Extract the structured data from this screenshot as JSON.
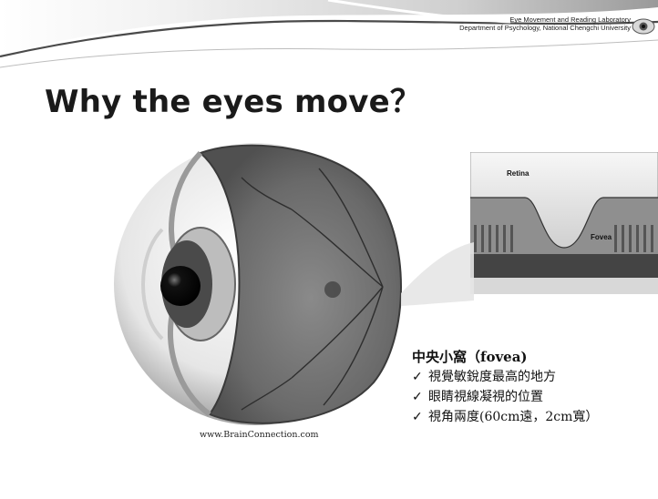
{
  "header": {
    "lab_name": "Eye Movement and Reading Laboratory",
    "department": "Department of Psychology, National Chengchi University"
  },
  "title": "Why the eyes move？",
  "illustration": {
    "credit": "www.BrainConnection.com",
    "inset_labels": {
      "retina": "Retina",
      "fovea": "Fovea"
    }
  },
  "fovea": {
    "heading": "中央小窩（fovea)",
    "check_mark": "✓",
    "points": [
      "視覺敏銳度最高的地方",
      "眼睛視線凝視的位置",
      "視角兩度(60cm遠，2cm寬）"
    ]
  },
  "colors": {
    "accent_curve": "#4a4a4a",
    "background": "#ffffff"
  }
}
